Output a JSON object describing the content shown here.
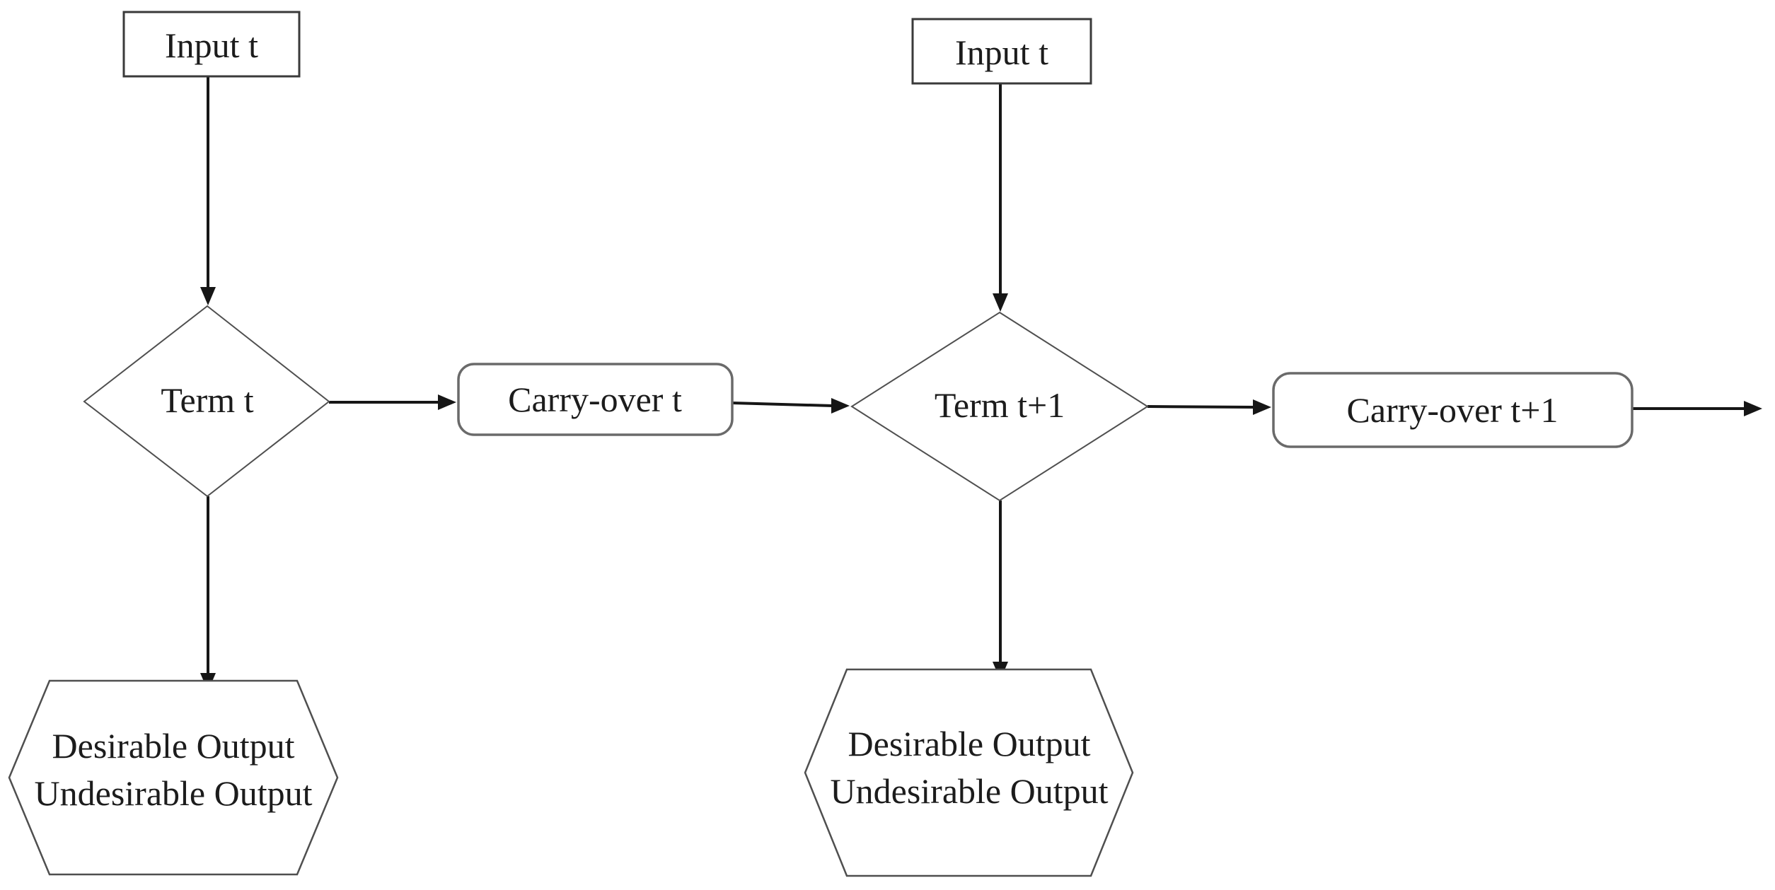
{
  "diagram": {
    "type": "flowchart",
    "background_color": "#ffffff",
    "colors": {
      "text": "#1c1c1c",
      "arrow": "#161616",
      "rect_border": "#3a3a3a",
      "round_border": "#6a6a6a",
      "outline_border": "#4f4f4f"
    },
    "nodes": {
      "input_t_left": {
        "label": "Input t",
        "shape": "rectangle"
      },
      "term_t": {
        "label": "Term t",
        "shape": "diamond"
      },
      "carry_over_t": {
        "label": "Carry-over t",
        "shape": "rounded-rectangle"
      },
      "output_t": {
        "line1": "Desirable Output",
        "line2": "Undesirable Output",
        "shape": "hexagon"
      },
      "input_t_right": {
        "label": "Input t",
        "shape": "rectangle"
      },
      "term_t_plus_1": {
        "label": "Term t+1",
        "shape": "diamond"
      },
      "carry_over_t_plus_1": {
        "label": "Carry-over t+1",
        "shape": "rounded-rectangle"
      },
      "output_t_plus_1": {
        "line1": "Desirable Output",
        "line2": "Undesirable Output",
        "shape": "hexagon"
      }
    },
    "edges": [
      {
        "from": "input_t_left",
        "to": "term_t",
        "direction": "down"
      },
      {
        "from": "term_t",
        "to": "carry_over_t",
        "direction": "right"
      },
      {
        "from": "carry_over_t",
        "to": "term_t_plus_1",
        "direction": "right"
      },
      {
        "from": "term_t",
        "to": "output_t",
        "direction": "down"
      },
      {
        "from": "input_t_right",
        "to": "term_t_plus_1",
        "direction": "down"
      },
      {
        "from": "term_t_plus_1",
        "to": "carry_over_t_plus_1",
        "direction": "right"
      },
      {
        "from": "term_t_plus_1",
        "to": "output_t_plus_1",
        "direction": "down"
      },
      {
        "from": "carry_over_t_plus_1",
        "to": "next-cycle",
        "direction": "right"
      }
    ]
  }
}
